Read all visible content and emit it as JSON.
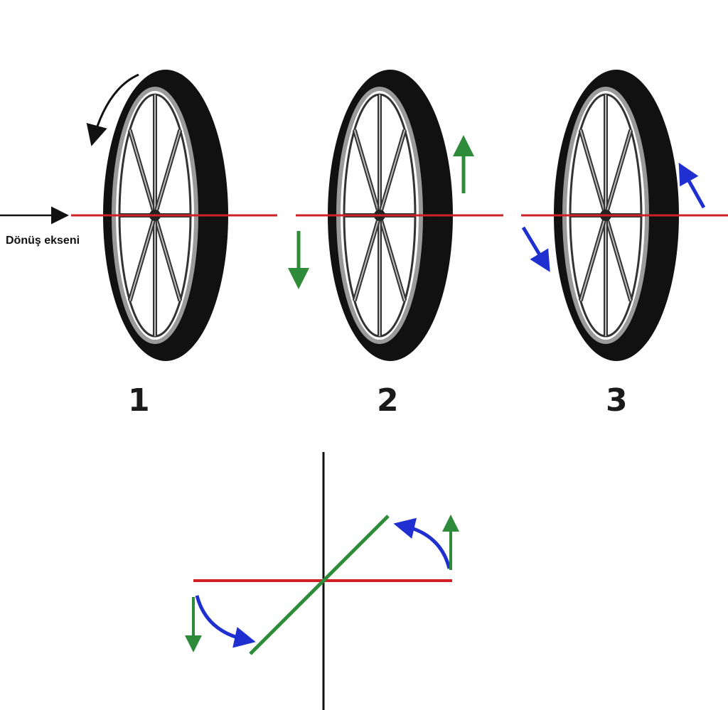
{
  "axis_caption": "Dönüş ekseni",
  "wheels": [
    {
      "label": "1",
      "arrows": "rotation"
    },
    {
      "label": "2",
      "arrows": "green-up-down"
    },
    {
      "label": "3",
      "arrows": "blue-diagonal"
    }
  ],
  "colors": {
    "axis_red": "#d01f25",
    "green": "#2e8b3a",
    "blue": "#1f2fd0",
    "tire": "#111111",
    "rim": "#9a9a9a"
  },
  "icons": [
    "rotation-arrow-icon",
    "green-arrow-icon",
    "blue-arrow-icon",
    "axis-arrow-icon"
  ]
}
